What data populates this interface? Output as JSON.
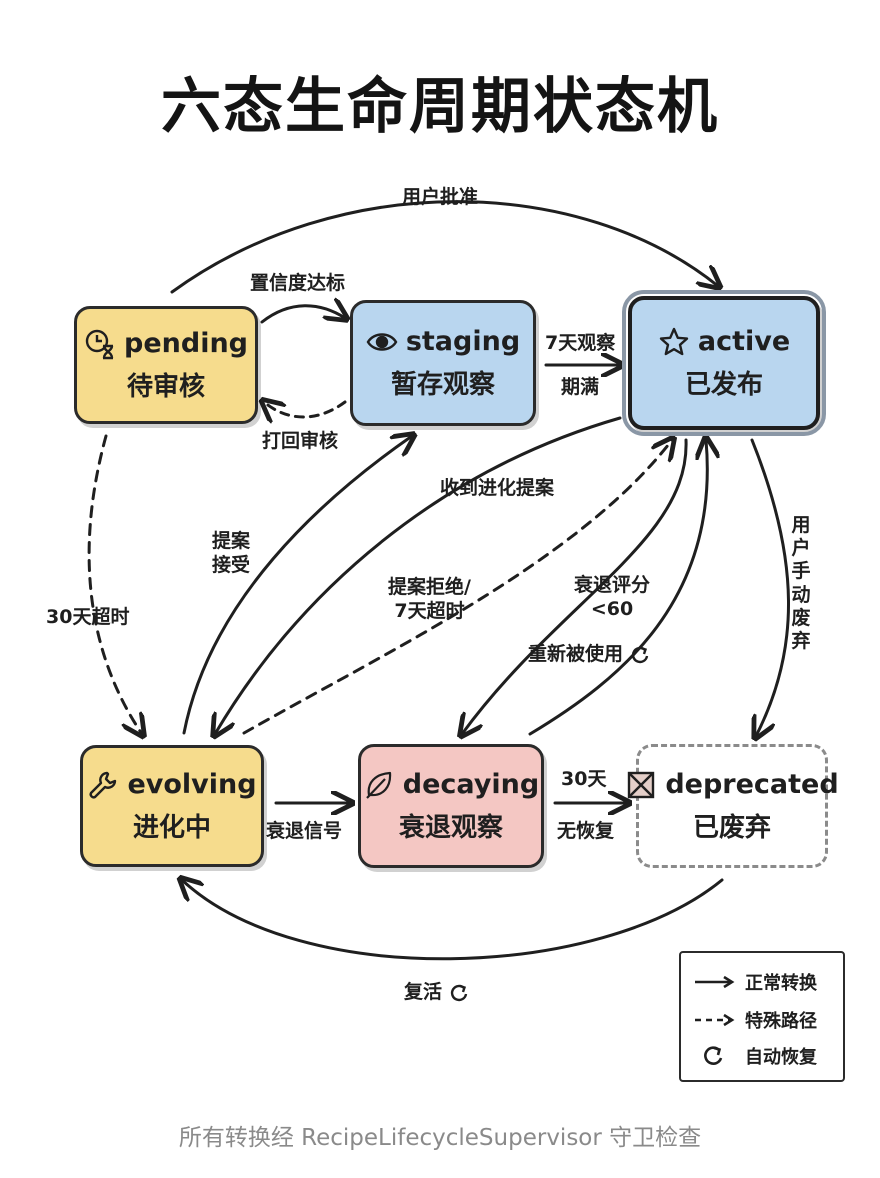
{
  "title": "六态生命周期状态机",
  "states": {
    "pending": {
      "en": "pending",
      "zh": "待审核",
      "icon": "hourglass-clock-icon",
      "color": "#f6dc8d"
    },
    "staging": {
      "en": "staging",
      "zh": "暂存观察",
      "icon": "eye-icon",
      "color": "#b9d6ef"
    },
    "active": {
      "en": "active",
      "zh": "已发布",
      "icon": "star-icon",
      "color": "#b9d6ef"
    },
    "evolving": {
      "en": "evolving",
      "zh": "进化中",
      "icon": "wrench-icon",
      "color": "#f6dc8d"
    },
    "decaying": {
      "en": "decaying",
      "zh": "衰退观察",
      "icon": "leaf-icon",
      "color": "#f4c7c3"
    },
    "deprecated": {
      "en": "deprecated",
      "zh": "已废弃",
      "icon": "x-box-icon",
      "color": "#ffffff"
    }
  },
  "transitions": {
    "user_approve": "用户批准",
    "confidence_reached": "置信度达标",
    "reject_review": "打回审核",
    "observe_7days": "7天观察",
    "expired": "期满",
    "timeout_30days": "30天超时",
    "proposal_accepted_1": "提案",
    "proposal_accepted_2": "接受",
    "received_proposal": "收到进化提案",
    "proposal_rejected_1": "提案拒绝/",
    "proposal_rejected_2": "7天超时",
    "decay_score_1": "衰退评分",
    "decay_score_2": "<60",
    "reused": "重新被使用",
    "user_deprecate": "用户手动废弃",
    "decay_signal": "衰退信号",
    "days30": "30天",
    "no_recovery": "无恢复",
    "revive": "复活"
  },
  "legend": {
    "normal": "正常转换",
    "special": "特殊路径",
    "auto": "自动恢复"
  },
  "footer": "所有转换经 RecipeLifecycleSupervisor 守卫检查"
}
